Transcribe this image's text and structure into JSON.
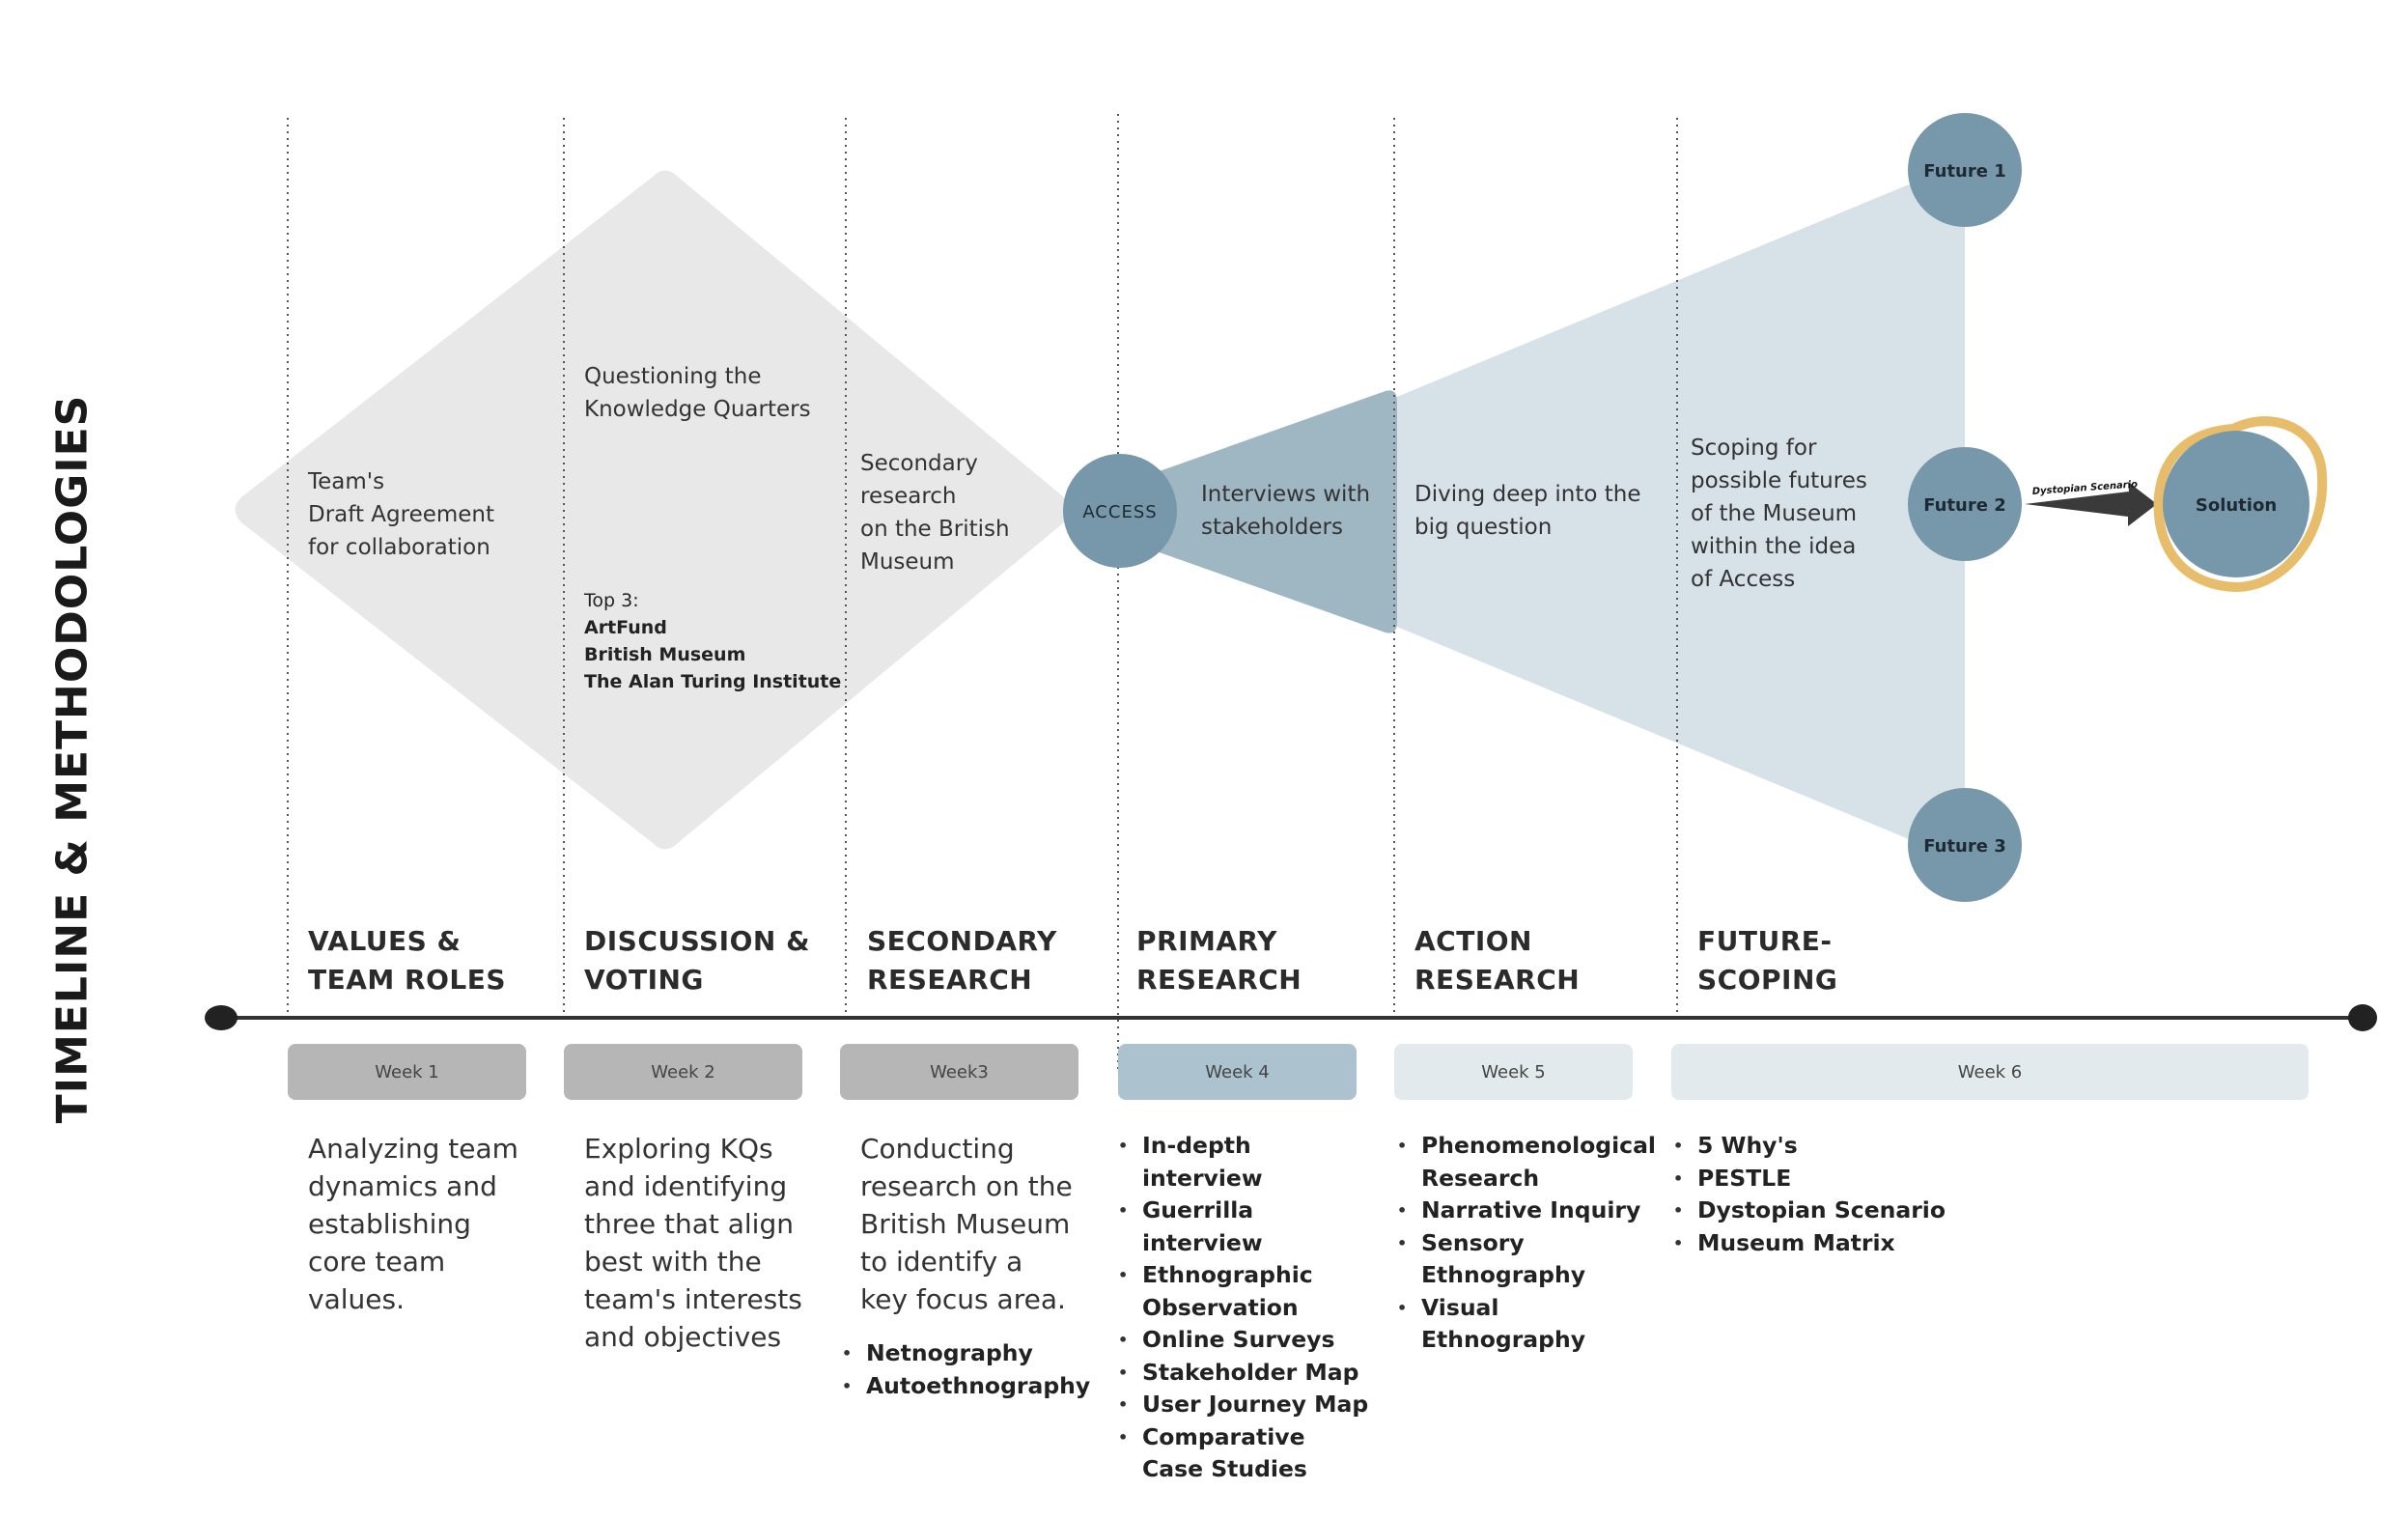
{
  "side_title": "TIMELINE & METHODOLOGIES",
  "diamond_texts": {
    "team_agreement": [
      "Team's",
      "Draft Agreement",
      "for collaboration"
    ],
    "questioning": [
      "Questioning the",
      "Knowledge Quarters"
    ],
    "top3_label": "Top 3:",
    "top3_items": [
      "ArtFund",
      "British Museum",
      "The Alan Turing Institute"
    ],
    "secondary": [
      "Secondary",
      "research",
      "on the British",
      "Museum"
    ]
  },
  "funnel_texts": {
    "access": "ACCESS",
    "interviews": [
      "Interviews with",
      "stakeholders"
    ],
    "diving": [
      "Diving deep into the",
      "big question"
    ],
    "scoping": [
      "Scoping for",
      "possible futures",
      "of the Museum",
      "within the idea",
      "of Access"
    ]
  },
  "futures": [
    "Future 1",
    "Future 2",
    "Future 3"
  ],
  "arrow_label": "Dystopian Scenario",
  "solution": "Solution",
  "phases": [
    {
      "title": [
        "VALUES &",
        "TEAM ROLES"
      ],
      "week": "Week 1",
      "description": "Analyzing team dynamics and establishing core team values.",
      "methods": []
    },
    {
      "title": [
        "DISCUSSION &",
        "VOTING"
      ],
      "week": "Week 2",
      "description": "Exploring KQs and identifying three that align best with the team's interests and objectives",
      "methods": []
    },
    {
      "title": [
        "SECONDARY",
        "RESEARCH"
      ],
      "week": "Week3",
      "description": "Conducting research on the British Museum to identify a key focus area.",
      "methods": [
        "Netnography",
        "Autoethnography"
      ]
    },
    {
      "title": [
        "PRIMARY",
        "RESEARCH"
      ],
      "week": "Week 4",
      "description": "",
      "methods": [
        "In-depth interview",
        "Guerrilla interview",
        "Ethnographic Observation",
        "Online Surveys",
        "Stakeholder Map",
        "User Journey Map",
        "Comparative Case Studies"
      ]
    },
    {
      "title": [
        "ACTION",
        "RESEARCH"
      ],
      "week": "Week 5",
      "description": "",
      "methods": [
        "Phenomenological Research",
        "Narrative Inquiry",
        "Sensory Ethnography",
        "Visual Ethnography"
      ]
    },
    {
      "title": [
        "FUTURE-",
        "SCOPING"
      ],
      "week": "Week 6",
      "description": "",
      "methods": [
        "5 Why's",
        "PESTLE",
        "Dystopian Scenario",
        "Museum Matrix"
      ]
    }
  ],
  "colors": {
    "diamond": "#e8e8e8",
    "funnel_light": "#d6e1e8",
    "funnel_mid": "#9fb6c3",
    "circle": "#7798aa",
    "solution_ring": "#e7bd6b",
    "week_gray": "#b6b6b6",
    "week_blue": "#acc2cf",
    "week_pale": "#e3eaee",
    "timeline": "#333333"
  }
}
